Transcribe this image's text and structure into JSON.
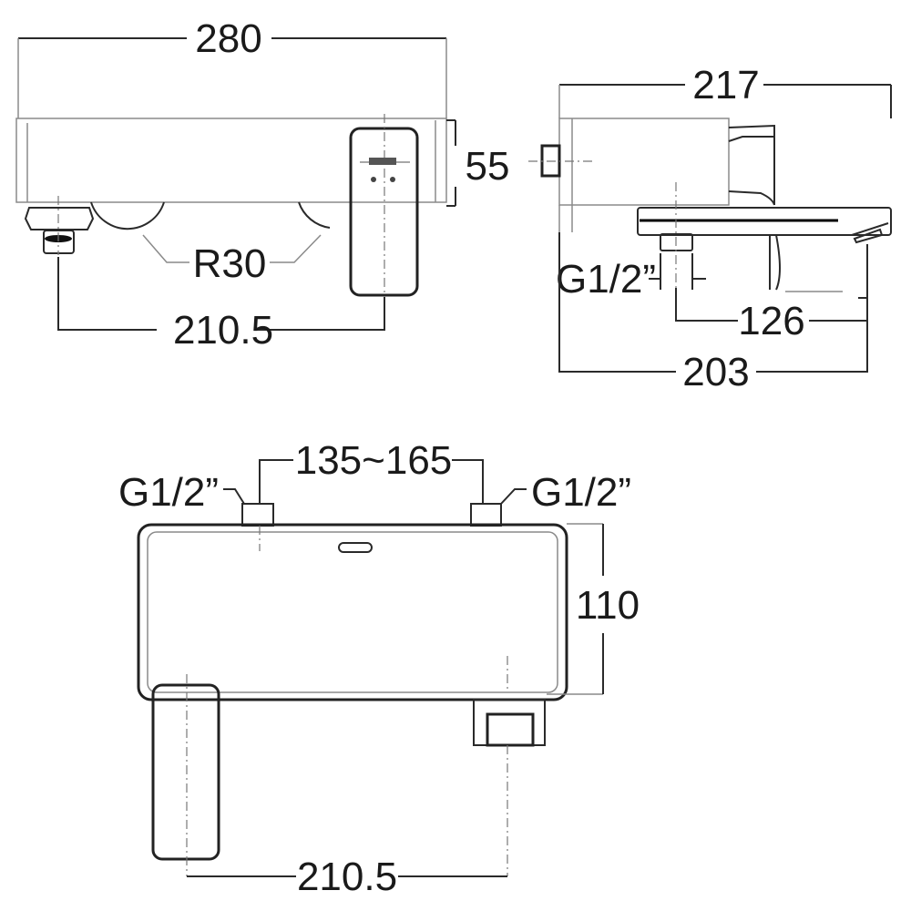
{
  "title": "Wall-mounted bath mixer dimension drawing",
  "front_view": {
    "width_label": "280",
    "height_label": "55",
    "radius_label": "R30",
    "centers_label": "210.5"
  },
  "side_view": {
    "depth_label": "217",
    "inlet_label": "G1/2”",
    "spout_label": "126",
    "projection_label": "203"
  },
  "top_view": {
    "inlet_spacing_label": "135~165",
    "inlet_left_label": "G1/2”",
    "inlet_right_label": "G1/2”",
    "depth_label": "110",
    "centers_label": "210.5"
  },
  "colors": {
    "line": "#2a2a2a",
    "light_line": "#8a8a8a",
    "background": "#ffffff"
  }
}
